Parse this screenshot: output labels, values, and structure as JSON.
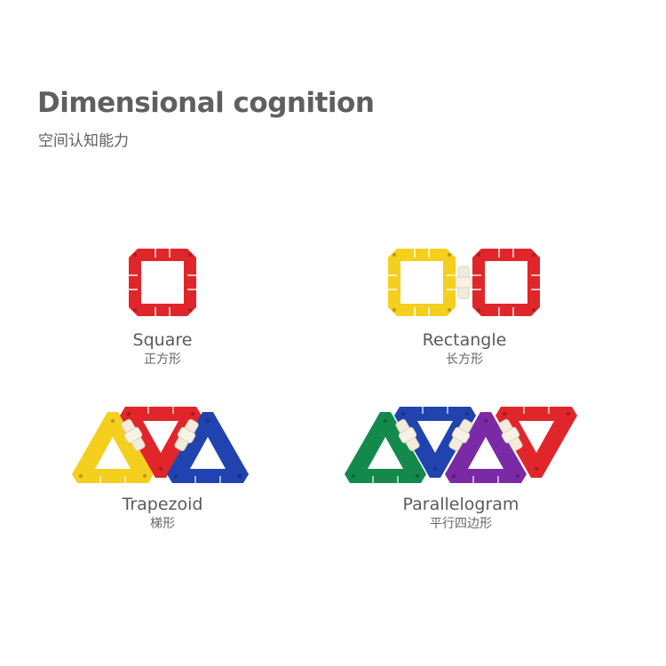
{
  "header": {
    "title": "Dimensional cognition",
    "subtitle": "空间认知能力"
  },
  "shapes": [
    {
      "en": "Square",
      "cn": "正方形"
    },
    {
      "en": "Rectangle",
      "cn": "长方形"
    },
    {
      "en": "Trapezoid",
      "cn": "梯形"
    },
    {
      "en": "Parallelogram",
      "cn": "平行四边形"
    }
  ],
  "colors": {
    "red": "#e0262a",
    "yellow": "#f4cf1e",
    "blue": "#2043b0",
    "green": "#138a4c",
    "purple": "#7b2aa5",
    "connector": "#f2ecdc"
  }
}
